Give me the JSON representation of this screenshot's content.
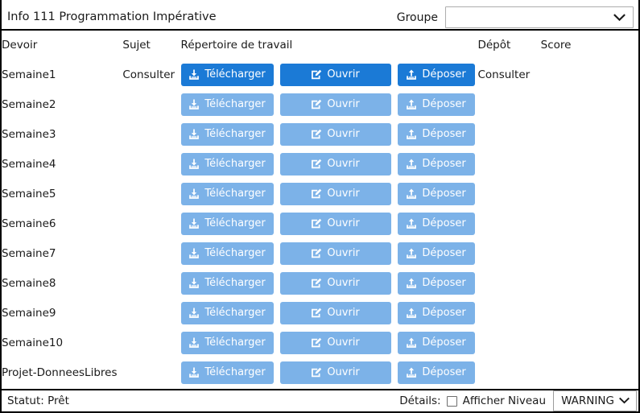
{
  "header": {
    "course_title": "Info 111 Programmation Impérative",
    "groupe_label": "Groupe",
    "groupe_value": "",
    "groupe_options": [
      ""
    ],
    "chevron_icon": "chevron-down-icon"
  },
  "table": {
    "columns": {
      "devoir": "Devoir",
      "sujet": "Sujet",
      "repertoire": "Répertoire de travail",
      "depot": "Dépôt",
      "score": "Score"
    },
    "buttons": {
      "download_label": "Télécharger",
      "open_label": "Ouvrir",
      "upload_label": "Déposer",
      "download_icon": "download-tray-icon",
      "open_icon": "pencil-square-icon",
      "upload_icon": "upload-tray-icon"
    },
    "link_label": "Consulter",
    "rows": [
      {
        "devoir": "Semaine1",
        "sujet": "Consulter",
        "depot": "Consulter",
        "score": "",
        "enabled": true
      },
      {
        "devoir": "Semaine2",
        "sujet": "",
        "depot": "",
        "score": "",
        "enabled": false
      },
      {
        "devoir": "Semaine3",
        "sujet": "",
        "depot": "",
        "score": "",
        "enabled": false
      },
      {
        "devoir": "Semaine4",
        "sujet": "",
        "depot": "",
        "score": "",
        "enabled": false
      },
      {
        "devoir": "Semaine5",
        "sujet": "",
        "depot": "",
        "score": "",
        "enabled": false
      },
      {
        "devoir": "Semaine6",
        "sujet": "",
        "depot": "",
        "score": "",
        "enabled": false
      },
      {
        "devoir": "Semaine7",
        "sujet": "",
        "depot": "",
        "score": "",
        "enabled": false
      },
      {
        "devoir": "Semaine8",
        "sujet": "",
        "depot": "",
        "score": "",
        "enabled": false
      },
      {
        "devoir": "Semaine9",
        "sujet": "",
        "depot": "",
        "score": "",
        "enabled": false
      },
      {
        "devoir": "Semaine10",
        "sujet": "",
        "depot": "",
        "score": "",
        "enabled": false
      },
      {
        "devoir": "Projet-DonneesLibres",
        "sujet": "",
        "depot": "",
        "score": "",
        "enabled": false
      }
    ]
  },
  "status": {
    "text": "Statut: Prêt",
    "details_label": "Détails:",
    "details_checked": false,
    "afficher_label": "Afficher Niveau",
    "level_value": "WARNING",
    "level_options": [
      "WARNING"
    ],
    "chevron_icon": "chevron-down-icon"
  },
  "colors": {
    "button_active": "#1b7ad6",
    "button_disabled": "#7cb2e8",
    "text": "#1a1a1a",
    "border": "#000000"
  }
}
